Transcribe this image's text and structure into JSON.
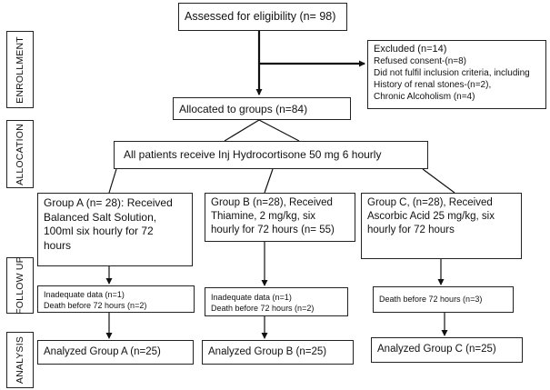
{
  "phases": {
    "enrollment": "ENROLLMENT",
    "allocation": "ALLOCATION",
    "follow_up": "FOLLOW UP",
    "analysis": "ANALYSIS"
  },
  "assessed": "Assessed for eligibility (n= 98)",
  "excluded": {
    "title": "Excluded (n=14)",
    "lines": [
      "Refused consent-(n=8)",
      "Did not fulfil inclusion criteria, including",
      "History of renal stones-(n=2),",
      "Chronic Alcoholism (n=4)"
    ]
  },
  "allocated": "Allocated to groups (n=84)",
  "all_patients": "All patients receive Inj Hydrocortisone 50 mg 6 hourly",
  "groups": [
    {
      "lines": [
        "Group A (n= 28): Received",
        "Balanced Salt Solution,",
        "100ml six hourly for 72",
        "hours"
      ],
      "followup": [
        "Inadequate data (n=1)",
        "Death before 72 hours (n=2)"
      ],
      "analyzed": "Analyzed Group A (n=25)"
    },
    {
      "lines": [
        "Group B (n=28), Received",
        "Thiamine, 2 mg/kg, six",
        "hourly for 72 hours (n= 55)"
      ],
      "followup": [
        "Inadequate data (n=1)",
        "Death before 72 hours (n=2)"
      ],
      "analyzed": "Analyzed Group B (n=25)"
    },
    {
      "lines": [
        "Group C, (n=28), Received",
        "Ascorbic Acid 25 mg/kg, six",
        "hourly for 72 hours"
      ],
      "followup": [
        "Death before 72 hours (n=3)"
      ],
      "analyzed": "Analyzed Group C (n=25)"
    }
  ]
}
